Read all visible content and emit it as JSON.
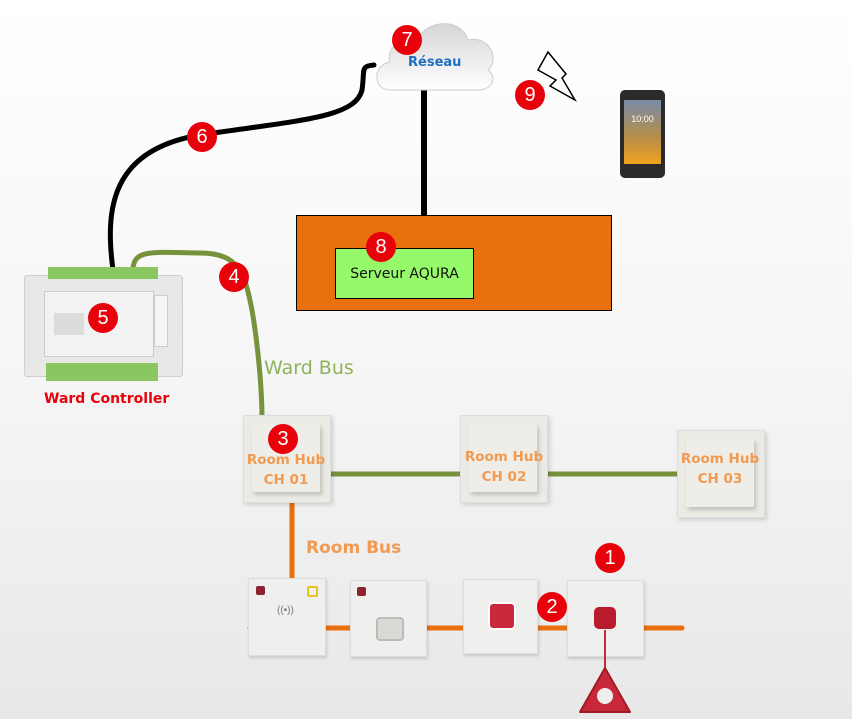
{
  "diagram": {
    "cloud": {
      "label": "Réseau",
      "badge": "7"
    },
    "wireless": {
      "badge": "9",
      "icon": "lightning-icon"
    },
    "mobile": {
      "icon": "smartphone-icon",
      "time": "10:00"
    },
    "server": {
      "label": "Serveur AQURA",
      "badge": "8"
    },
    "ward_controller": {
      "label": "Ward Controller",
      "badge": "5"
    },
    "ethernet_link": {
      "badge": "6"
    },
    "ward_bus": {
      "label": "Ward Bus",
      "badge": "4"
    },
    "room_hubs": [
      {
        "line1": "Room Hub",
        "line2": "CH 01",
        "badge": "3"
      },
      {
        "line1": "Room Hub",
        "line2": "CH 02"
      },
      {
        "line1": "Room Hub",
        "line2": "CH 03"
      }
    ],
    "room_bus": {
      "label": "Room Bus"
    },
    "devices": [
      {
        "name": "rfid-reader"
      },
      {
        "name": "socket-module"
      },
      {
        "name": "call-button",
        "badge": "2"
      },
      {
        "name": "pull-cord-call-button",
        "badge": "1"
      }
    ]
  },
  "colors": {
    "badge": "#e8000b",
    "ward_bus": "#76923c",
    "room_bus": "#e8700f",
    "server_outer": "#e8700f",
    "server_inner": "#96f96a",
    "cloud_text": "#1f6fc0",
    "controller_text": "#e8000b",
    "hub_text": "#f19a52"
  }
}
